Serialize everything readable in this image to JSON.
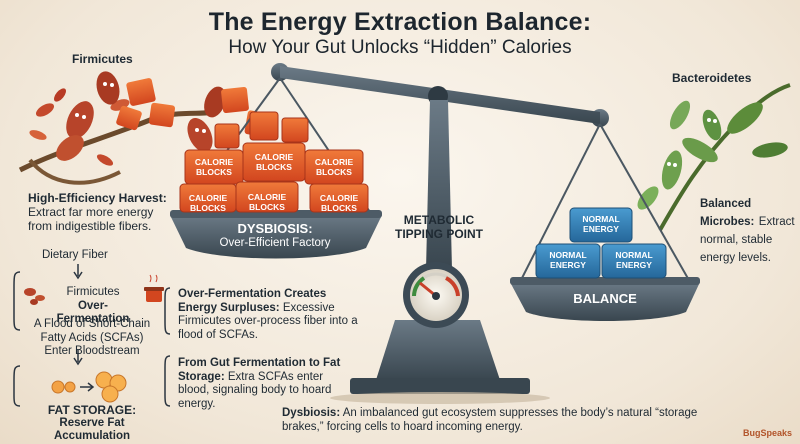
{
  "header": {
    "title": "The Energy Extraction Balance:",
    "subtitle": "How Your Gut Unlocks “Hidden” Calories"
  },
  "left_pan": {
    "bacteria_label": "Firmicutes",
    "blocks": [
      "CALORIE BLOCKS",
      "CALORIE BLOCKS",
      "CALORIE BLOCKS",
      "CALORIE BLOCKS",
      "CALORIE BLOCKS",
      "CALORIE BLOCKS"
    ],
    "plate_title": "DYSBIOSIS:",
    "plate_sub": "Over-Efficient Factory",
    "harvest_title": "High-Efficiency Harvest:",
    "harvest_text": "Extract far more energy from indigestible fibers."
  },
  "center": {
    "tipping_line1": "METABOLIC",
    "tipping_line2": "TIPPING POINT"
  },
  "right_pan": {
    "bacteria_label": "Bacteroidetes",
    "blocks": [
      "NORMAL ENERGY",
      "NORMAL ENERGY",
      "NORMAL ENERGY"
    ],
    "plate_title": "BALANCE",
    "balanced_title": "Balanced Microbes:",
    "balanced_text": "Extract normal, stable energy levels."
  },
  "flow": {
    "step1": "Dietary Fiber",
    "step2_line1": "Firmicutes",
    "step2_line2": "Over-Fermentation",
    "step3_line1": "A Flood of Short-Chain",
    "step3_line2": "Fatty Acids (SCFAs)",
    "step3_line3": "Enter Bloodstream",
    "step4_title": "FAT STORAGE:",
    "step4_sub": "Reserve Fat Accumulation"
  },
  "callouts": {
    "overferm_title": "Over-Fermentation Creates Energy Surpluses:",
    "overferm_text": "Excessive Firmicutes over-process fiber into a flood of SCFAs.",
    "storage_title": "From Gut Fermentation to Fat Storage:",
    "storage_text": "Extra SCFAs enter blood, signaling body to hoard energy."
  },
  "footer": {
    "dysbiosis_label": "Dysbiosis:",
    "dysbiosis_text": "An imbalanced gut ecosystem suppresses the body’s natural “storage brakes,” forcing cells to hoard incoming energy."
  },
  "brand": "BugSpeaks",
  "colors": {
    "calorie_block": "#e2572b",
    "normal_block": "#2f7fb5",
    "plate": "#3c4a55",
    "bacteria_red": "#b7442a",
    "bacteria_green": "#6a9b4a"
  }
}
